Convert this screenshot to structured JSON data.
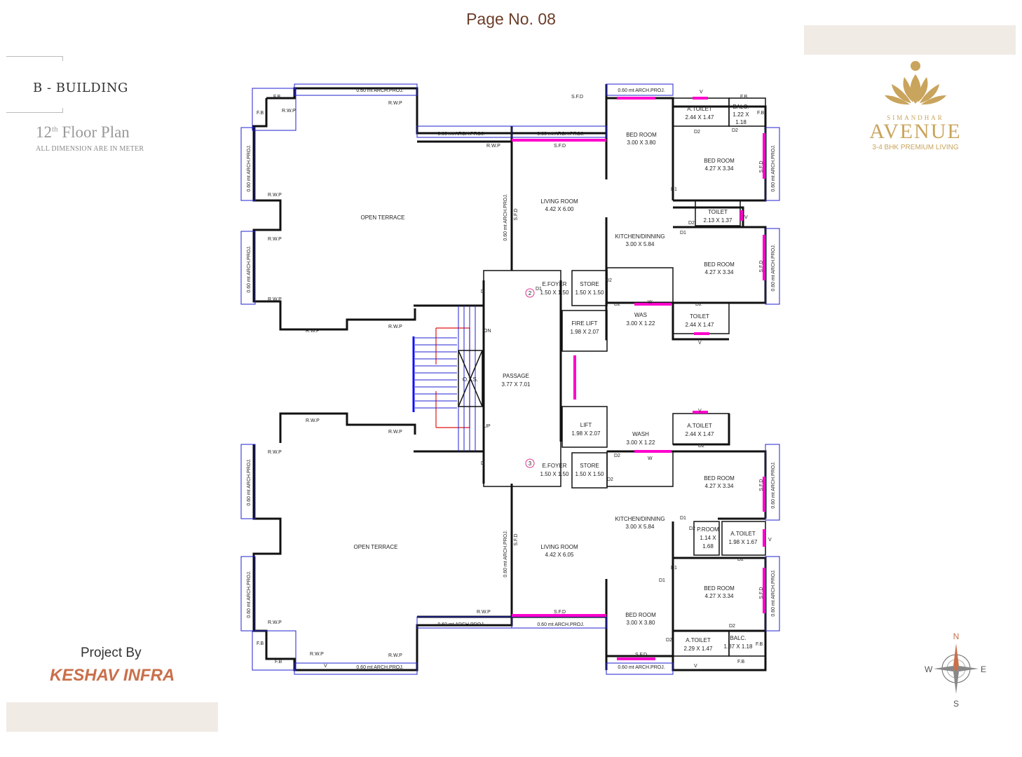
{
  "page_number": "Page No. 08",
  "left_panel": {
    "building": "B - BUILDING",
    "floor_number": "12",
    "floor_suffix": "th",
    "floor_label": " Floor Plan",
    "dimension_note": "ALL DIMENSION ARE IN METER",
    "project_by": "Project By",
    "company": "KESHAV INFRA"
  },
  "logo": {
    "top": "SIMANDHAR",
    "main": "AVENUE",
    "tagline": "3-4 BHK PREMIUM LIVING"
  },
  "compass": {
    "n": "N",
    "s": "S",
    "e": "E",
    "w": "W"
  },
  "plan_labels": {
    "open_terrace": "OPEN TERRACE",
    "arch_proj": "0.60 mt ARCH.PROJ.",
    "rwp": "R.W.P",
    "fb": "F.B",
    "sfd": "S.F.D",
    "v": "V",
    "w": "W",
    "d": "D",
    "d1": "D1",
    "d2": "D2",
    "on": "ON",
    "up": "UP",
    "ots": "O.T.S.",
    "passage": "PASSAGE",
    "passage_dim": "3.77 X 7.01",
    "efoyer": "E.FOYER",
    "store": "STORE",
    "dim_150": "1.50 X 1.50",
    "fire_lift": "FIRE LIFT",
    "lift": "LIFT",
    "lift_dim": "1.98 X 2.07",
    "was": "WAS",
    "wash": "WASH",
    "wash_dim": "3.00 X 1.22",
    "living_room": "LIVING ROOM",
    "living_dim_top": "4.42 X 6.00",
    "living_dim_bottom": "4.42 X 6.05",
    "kitchen": "KITCHEN/DINNING",
    "kitchen_dim": "3.00 X 5.84",
    "bed_room": "BED ROOM",
    "bed_dim_small": "3.00 X 3.80",
    "bed_dim_large": "4.27 X 3.34",
    "a_toilet": "A.TOILET",
    "toilet": "TOILET",
    "toilet_dim_244": "2.44 X 1.47",
    "toilet_dim_213": "2.13 X 1.37",
    "toilet_dim_198": "1.98 X 1.67",
    "toilet_dim_229": "2.29 X 1.47",
    "balc": "BALC.",
    "balc_dim_a": "1.22 X",
    "balc_dim_b": "1.18",
    "balc_dim_bottom": "1.37 X 1.18",
    "p_room": "P.ROOM",
    "p_room_a": "1.14 X",
    "p_room_b": "1.68",
    "flat_2": "2",
    "flat_3": "3"
  }
}
